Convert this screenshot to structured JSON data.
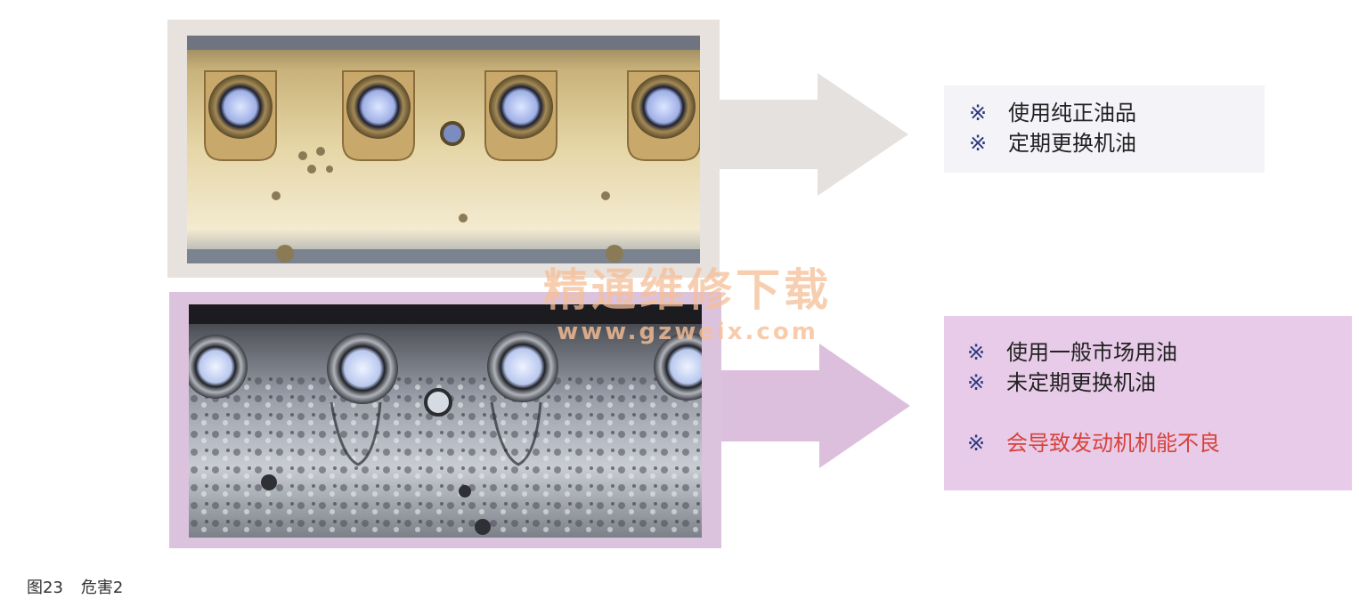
{
  "panels": {
    "top": {
      "lines": [
        "使用纯正油品",
        "定期更换机油"
      ],
      "mark": "※"
    },
    "bottom": {
      "lines": [
        "使用一般市场用油",
        "未定期更换机油"
      ],
      "warning": "会导致发动机机能不良",
      "mark": "※",
      "warning_color": "#d8423a"
    }
  },
  "watermark": {
    "title": "精通维修下载",
    "url": "www.gzweix.com"
  },
  "caption": {
    "figure": "图23",
    "title": "危害2"
  },
  "colors": {
    "top_frame": "#e8e2df",
    "bottom_frame": "#dcc3dd",
    "mark": "#2d3a80"
  }
}
